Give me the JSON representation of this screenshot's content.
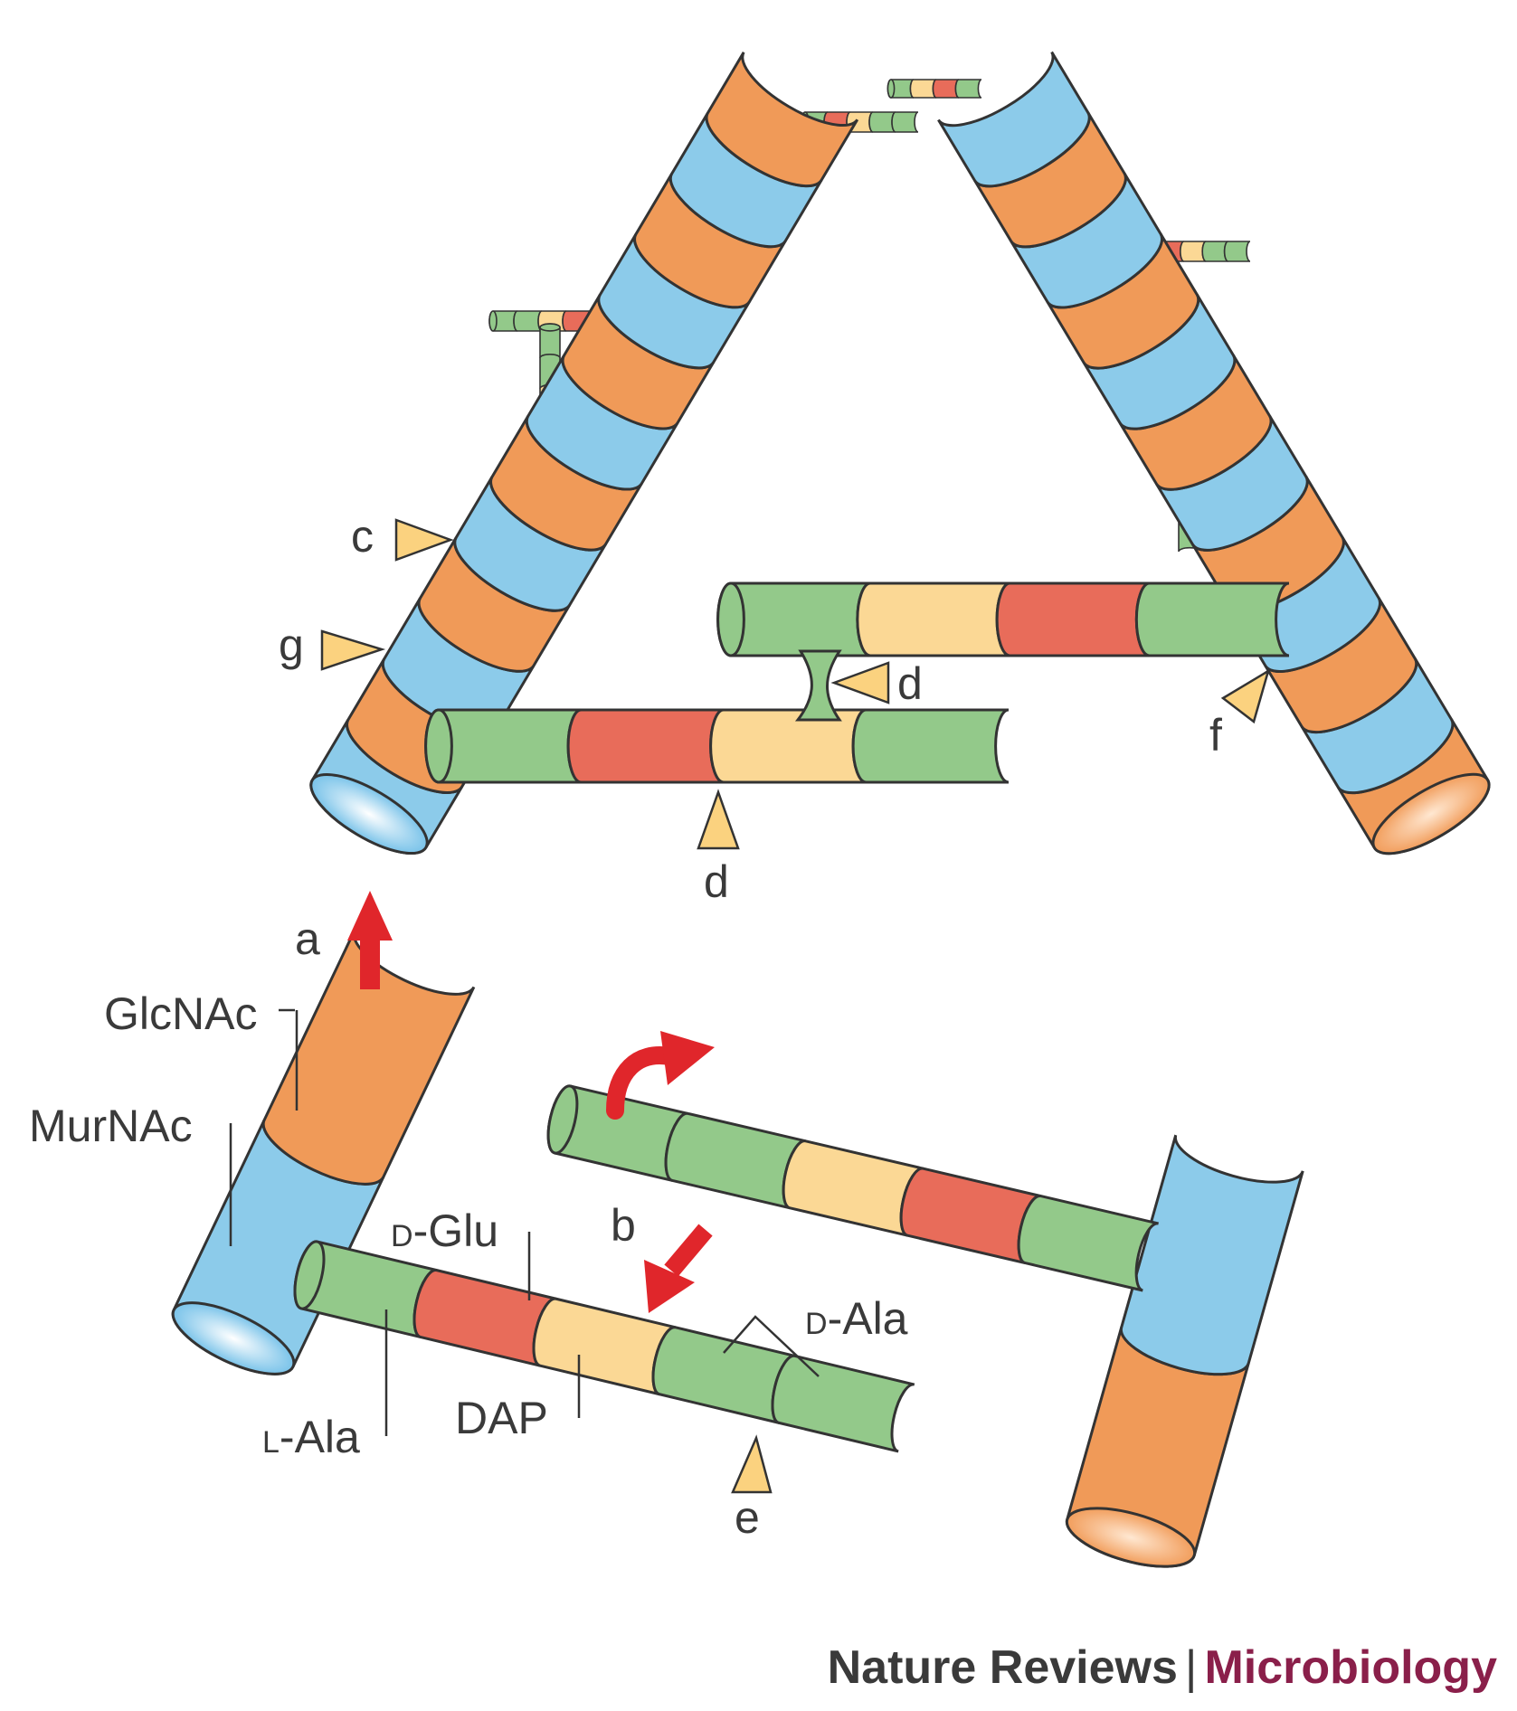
{
  "colors": {
    "glcnac": "#f09a58",
    "murnac": "#8ccbea",
    "ala": "#93c98a",
    "glu": "#e86c5a",
    "dap": "#fbd895",
    "arrow": "#e0262b",
    "marker": "#fbd27f",
    "outline": "#333333"
  },
  "labels": {
    "glcnac": "GlcNAc",
    "murnac": "MurNAc",
    "d_glu_prefix": "D",
    "d_glu": "-Glu",
    "l_ala_prefix": "L",
    "l_ala": "-Ala",
    "dap": "DAP",
    "d_ala_prefix": "D",
    "d_ala": "-Ala"
  },
  "markers": {
    "a": "a",
    "b": "b",
    "c": "c",
    "d_top": "d",
    "d_bottom": "d",
    "e": "e",
    "f": "f",
    "g": "g"
  },
  "credit": {
    "journal": "Nature Reviews",
    "separator": "|",
    "section": "Microbiology"
  }
}
